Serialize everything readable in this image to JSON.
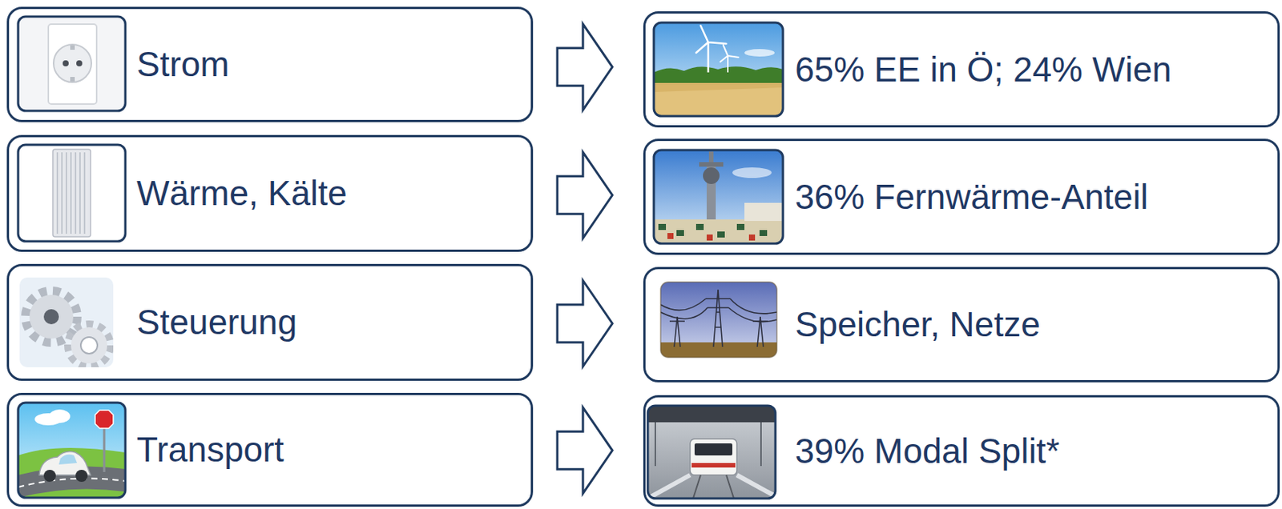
{
  "diagram": {
    "nodes": [
      {
        "text": [
          "Strom"
        ]
      },
      {
        "text": [
          "65% EE in Ö; 24% Wien"
        ]
      },
      {
        "text": [
          "Wärme, Kälte"
        ]
      },
      {
        "text": [
          "36% Fernwärme-Anteil"
        ]
      },
      {
        "text": [
          "Steuerung"
        ]
      },
      {
        "text": [
          "Speicher, Netze"
        ]
      },
      {
        "text": [
          "Transport"
        ]
      },
      {
        "text": [
          "39% Modal Split*"
        ]
      }
    ],
    "edges": [
      {
        "from": 0,
        "to": 1,
        "arrow": "to"
      },
      {
        "from": 2,
        "to": 3,
        "arrow": "to"
      },
      {
        "from": 4,
        "to": 5,
        "arrow": "to"
      },
      {
        "from": 6,
        "to": 7,
        "arrow": "to"
      }
    ]
  }
}
